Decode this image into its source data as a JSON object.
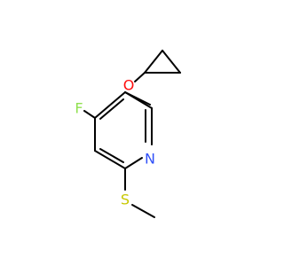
{
  "molecule": {
    "atoms": {
      "oxygen": {
        "label": "O",
        "color": "#ff0d0d"
      },
      "fluorine": {
        "label": "F",
        "color": "#90e050"
      },
      "nitrogen": {
        "label": "N",
        "color": "#3050f8"
      },
      "sulfur": {
        "label": "S",
        "color": "#c8c800"
      }
    },
    "bond_color": "#000000"
  }
}
